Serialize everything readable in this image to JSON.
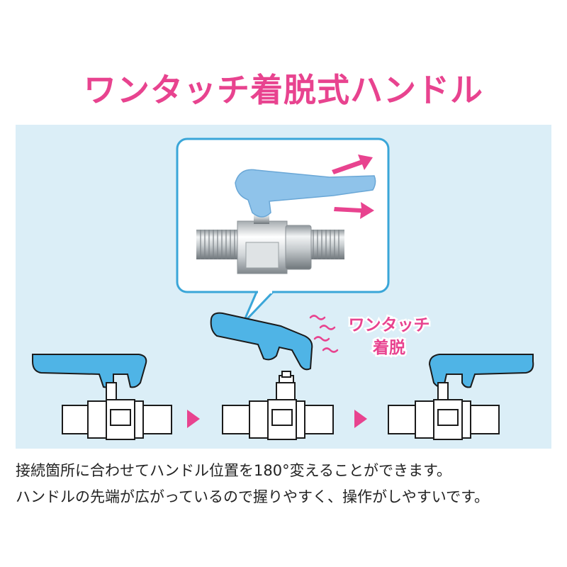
{
  "title": "ワンタッチ着脱式ハンドル",
  "callout": {
    "line1": "ワンタッチ",
    "line2": "着脱"
  },
  "description": {
    "line1": "接続箇所に合わせてハンドル位置を180°変えることができます。",
    "line2": "ハンドルの先端が広がっているので握りやすく、操作がしやすいです。"
  },
  "colors": {
    "accent_pink": "#e8438f",
    "panel_blue": "#dbeef7",
    "handle_blue": "#4fb4e6",
    "inset_border": "#3aa6d8"
  }
}
